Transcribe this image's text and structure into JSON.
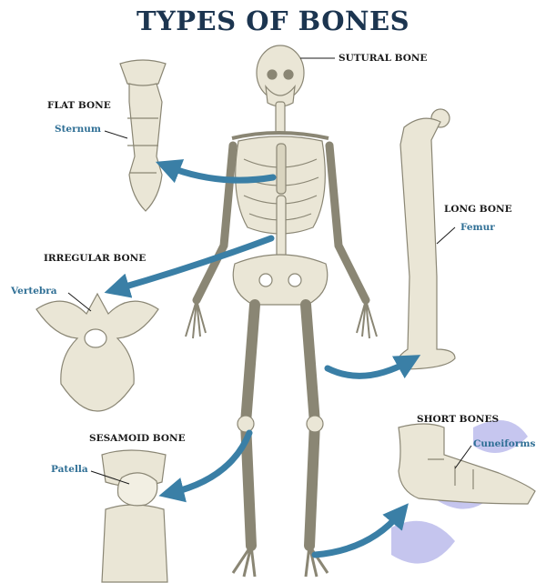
{
  "title": "TYPES OF BONES",
  "labels": {
    "sutural": "SUTURAL BONE",
    "flat": "FLAT BONE",
    "sternum": "Sternum",
    "long": "LONG BONE",
    "femur": "Femur",
    "irregular": "IRREGULAR BONE",
    "vertebra": "Vertebra",
    "sesamoid": "SESAMOID BONE",
    "patella": "Patella",
    "short": "SHORT BONES",
    "cuneiforms": "Cuneiforms"
  },
  "colors": {
    "title": "#1c3550",
    "bone_fill": "#eae6d6",
    "bone_stroke": "#8a8674",
    "arrow": "#3a7fa6",
    "example_text": "#2f6f95",
    "watermark": "#5b5bd0"
  },
  "icons": [
    "skeleton-illustration",
    "sternum-bone",
    "vertebra-bone",
    "femur-bone",
    "patella-bone",
    "foot-bones",
    "pointer-arrow"
  ]
}
